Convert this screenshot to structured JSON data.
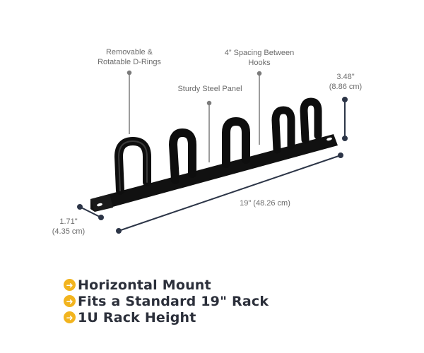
{
  "callouts": {
    "d_rings": {
      "line1": "Removable &",
      "line2": "Rotatable D-Rings"
    },
    "spacing": {
      "line1": "4” Spacing Between",
      "line2": "Hooks"
    },
    "panel": {
      "line1": "Sturdy Steel Panel"
    }
  },
  "dimensions": {
    "depth": {
      "line1": "3.48\"",
      "line2": "(8.86 cm)"
    },
    "length": {
      "line1": "19\" (48.26 cm)"
    },
    "height": {
      "line1": "1.71\"",
      "line2": "(4.35 cm)"
    }
  },
  "features": [
    {
      "label": "Horizontal Mount"
    },
    {
      "label": "Fits a Standard 19\" Rack"
    },
    {
      "label": "1U Rack Height"
    }
  ],
  "colors": {
    "bullet": "#f2b41e",
    "feature_text": "#2b2f3a",
    "callout_text": "#6b6b6b",
    "dimension_line": "#2c3547",
    "product": "#0e0e0e"
  },
  "icons": {
    "bullet": "arrow-right-circle-icon"
  }
}
